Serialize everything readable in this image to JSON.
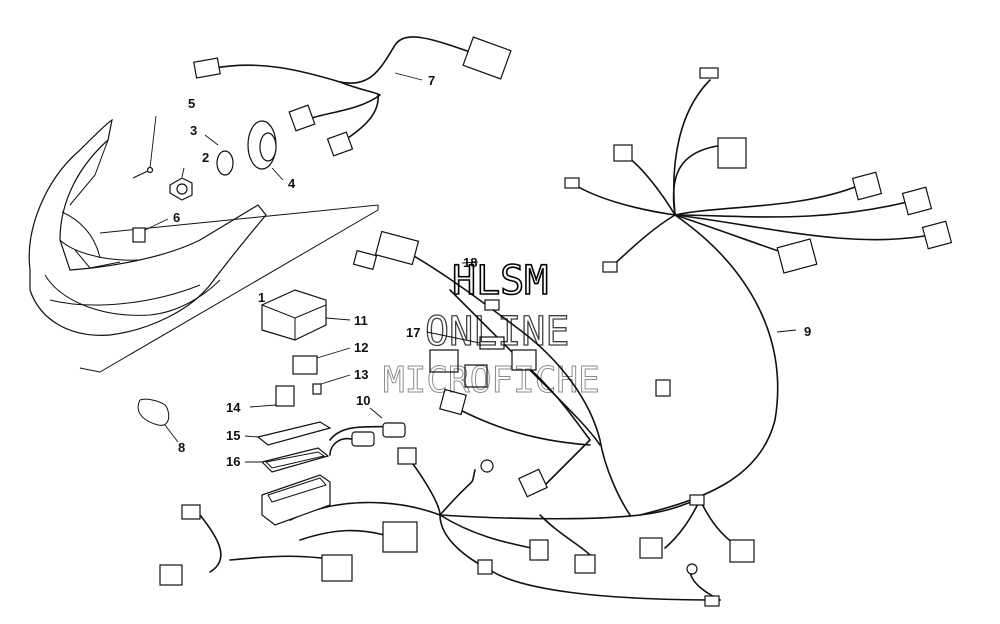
{
  "callouts": {
    "c1": "1",
    "c2": "2",
    "c3": "3",
    "c4": "4",
    "c5": "5",
    "c6": "6",
    "c7": "7",
    "c8": "8",
    "c9": "9",
    "c10": "10",
    "c11": "11",
    "c12": "12",
    "c13": "13",
    "c14": "14",
    "c15": "15",
    "c16": "16",
    "c17": "17",
    "c18": "18"
  },
  "watermark": {
    "line1": "HLSM",
    "line2": "ONLINE",
    "line3": "MICROFICHE"
  }
}
